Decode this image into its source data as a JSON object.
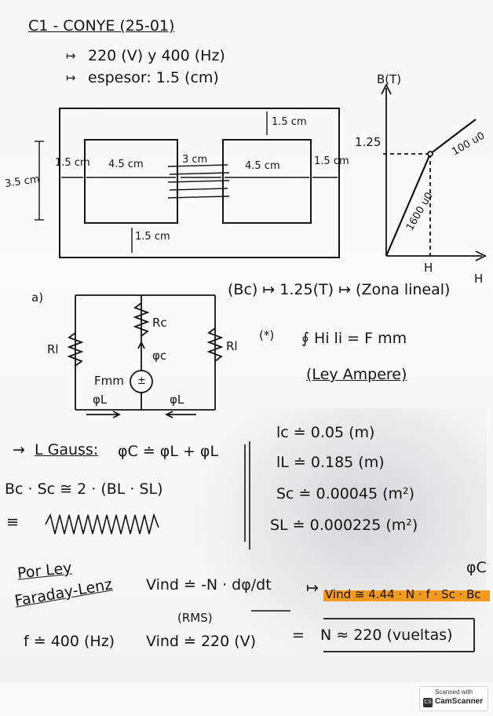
{
  "header": {
    "title": "C1 - CONYE (25-01)",
    "line1": "220 (V) y 400 (Hz)",
    "line2": "espesor: 1.5 (cm)"
  },
  "core": {
    "height": "3.5 cm",
    "left_outer": "1.5 cm",
    "window1": "4.5 cm",
    "center": "3 cm",
    "window2": "4.5 cm",
    "right_outer": "1.5 cm",
    "top": "1.5 cm",
    "bottom": "1.5 cm"
  },
  "bh": {
    "y_axis": "B(T)",
    "x_axis": "H",
    "b_val": "1.25",
    "h_val": "H",
    "slope1": "1600 u0",
    "slope2": "100 u0"
  },
  "circuit": {
    "label": "a)",
    "rc": "Rc",
    "rl": "Rl",
    "rl2": "Rl",
    "phic": "φc",
    "fmm": "Fmm",
    "phil1": "φL",
    "phil2": "φL"
  },
  "ampere": {
    "line1": "(Bc) ↦ 1.25(T) ↦ (Zona lineal)",
    "mark": "(*)",
    "eq": "∮ Hi li = F mm",
    "note": "(Ley Ampere)"
  },
  "gauss": {
    "arrow": "→",
    "label": "L Gauss:",
    "eq1": "φC ≐ φL + φL",
    "eq2": "Bc · Sc ≅ 2 · (BL · SL)",
    "eq3": "≡",
    "eq3_text": "scribble"
  },
  "dims": {
    "lc": "lc ≐ 0.05 (m)",
    "ll": "lL ≐ 0.185 (m)",
    "sc": "Sc ≐ 0.00045 (m²)",
    "sl": "SL ≐ 0.000225 (m²)"
  },
  "faraday": {
    "title1": "Por Ley",
    "title2": "Faraday-Lenz",
    "eq": "Vind ≐ -N · dφ/dt",
    "result": "Vind ≅ 4.44 · N · f · Sc · Bc",
    "phic_over": "φC",
    "f": "f ≐ 400 (Hz)",
    "rms": "(RMS)",
    "vind": "Vind ≐ 220 (V)",
    "n": "N ≈ 220 (vueltas)"
  },
  "badge": {
    "scanned": "Scanned with",
    "logo": "CS",
    "brand": "CamScanner"
  },
  "colors": {
    "ink": "#141414",
    "highlight": "#f39a1f"
  }
}
